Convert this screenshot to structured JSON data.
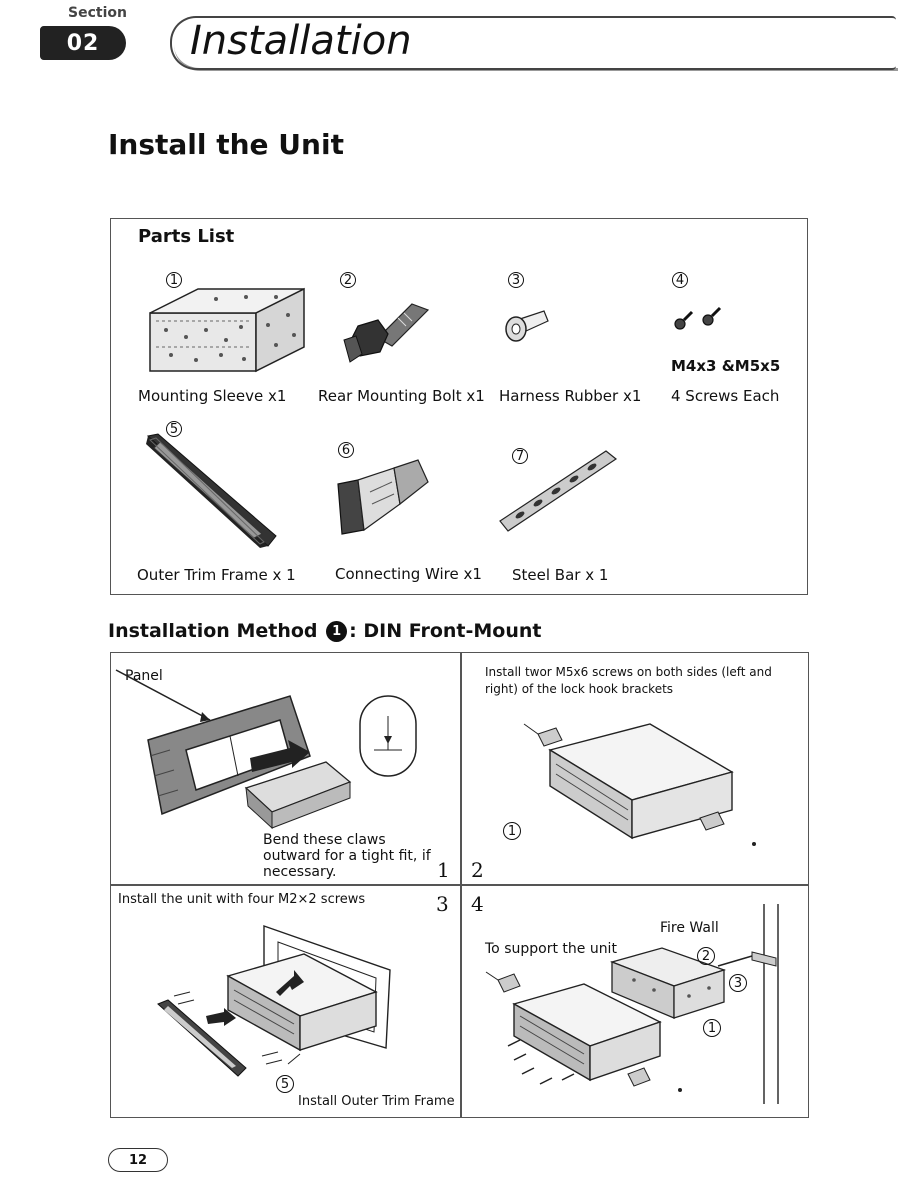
{
  "header": {
    "section_label": "Section",
    "section_number": "02",
    "chapter_title": "Installation"
  },
  "page_title": "Install the Unit",
  "parts_list": {
    "heading": "Parts List",
    "items": [
      {
        "number": "1",
        "label": "Mounting Sleeve x1"
      },
      {
        "number": "2",
        "label": "Rear Mounting Bolt x1"
      },
      {
        "number": "3",
        "label": "Harness Rubber x1"
      },
      {
        "number": "4",
        "label_line1": "M4x3 &M5x5",
        "label_line2": "4 Screws Each"
      },
      {
        "number": "5",
        "label": "Outer Trim Frame x 1"
      },
      {
        "number": "6",
        "label": "Connecting Wire x1"
      },
      {
        "number": "7",
        "label": "Steel Bar x 1"
      }
    ]
  },
  "method": {
    "heading_prefix": "Installation Method",
    "method_number": "1",
    "heading_suffix": ": DIN Front-Mount"
  },
  "steps": {
    "step1": {
      "panel_label": "Panel",
      "note": "Bend these claws outward for a tight fit, if necessary.",
      "number": "1"
    },
    "step2": {
      "note": "Install twor M5x6 screws on both sides (left and right) of the lock hook brackets",
      "number": "2",
      "callout": "1"
    },
    "step3": {
      "note": "Install the unit with four M2×2 screws",
      "number": "3",
      "callout": "5",
      "caption": "Install Outer Trim  Frame"
    },
    "step4": {
      "number": "4",
      "fire_wall": "Fire  Wall",
      "support_note": "To support the unit",
      "callout_2": "2",
      "callout_3": "3",
      "callout_1": "1"
    }
  },
  "page_number": "12"
}
